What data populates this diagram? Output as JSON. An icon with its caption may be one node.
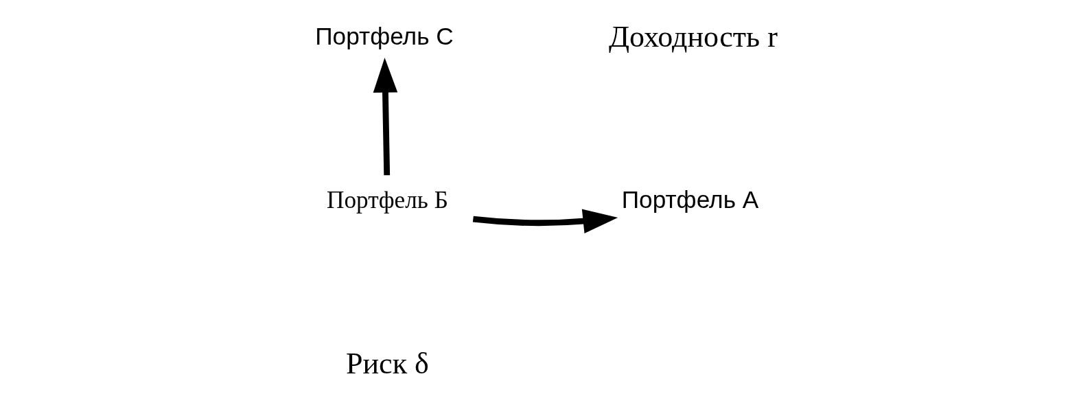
{
  "diagram": {
    "nodes": [
      {
        "text": [
          "Портфель С"
        ]
      },
      {
        "text": [
          "Портфель А"
        ]
      },
      {
        "text": [
          "Портфель Б"
        ]
      }
    ],
    "edges": [
      {
        "from": 2,
        "to": 1,
        "arrow": "to"
      },
      {
        "from": 2,
        "to": 0,
        "arrow": "to"
      }
    ],
    "labels": [
      "Доходность r",
      "Риск δ"
    ]
  }
}
